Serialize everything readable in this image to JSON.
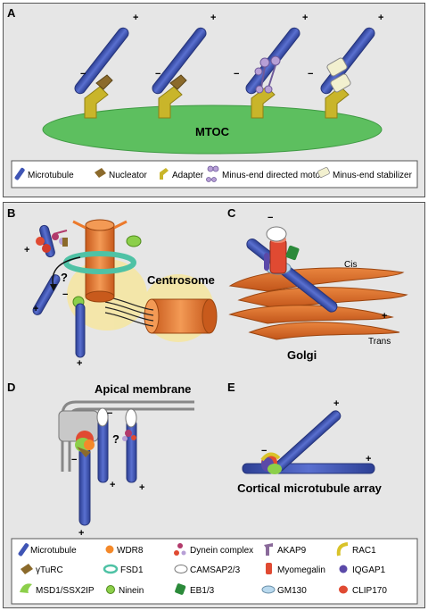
{
  "panels": {
    "a": {
      "letter": "A",
      "mtoc_label": "MTOC"
    },
    "b": {
      "letter": "B",
      "centrosome_label": "Centrosome",
      "question": "?"
    },
    "c": {
      "letter": "C",
      "golgi_label": "Golgi",
      "cis_label": "Cis",
      "trans_label": "Trans"
    },
    "d": {
      "letter": "D",
      "apical_label": "Apical membrane",
      "question": "?"
    },
    "e": {
      "letter": "E",
      "cortical_label": "Cortical microtubule array"
    }
  },
  "signs": {
    "plus": "+",
    "minus": "−"
  },
  "legend_a": [
    {
      "label": "Microtubule",
      "icon": "microtubule-icon"
    },
    {
      "label": "Nucleator",
      "icon": "nucleator-icon"
    },
    {
      "label": "Adapter",
      "icon": "adapter-icon"
    },
    {
      "label": "Minus-end directed motor",
      "icon": "motor-icon"
    },
    {
      "label": "Minus-end stabilizer",
      "icon": "stabilizer-icon"
    }
  ],
  "legend_b": [
    {
      "label": "Microtubule",
      "icon": "microtubule-icon"
    },
    {
      "label": "WDR8",
      "icon": "wdr8-icon"
    },
    {
      "label": "Dynein complex",
      "icon": "dynein-icon"
    },
    {
      "label": "AKAP9",
      "icon": "akap9-icon"
    },
    {
      "label": "RAC1",
      "icon": "rac1-icon"
    },
    {
      "label": "γTuRC",
      "icon": "gturc-icon"
    },
    {
      "label": "FSD1",
      "icon": "fsd1-icon"
    },
    {
      "label": "CAMSAP2/3",
      "icon": "camsap-icon"
    },
    {
      "label": "Myomegalin",
      "icon": "myomegalin-icon"
    },
    {
      "label": "IQGAP1",
      "icon": "iqgap1-icon"
    },
    {
      "label": "MSD1/SSX2IP",
      "icon": "msd1-icon"
    },
    {
      "label": "Ninein",
      "icon": "ninein-icon"
    },
    {
      "label": "EB1/3",
      "icon": "eb13-icon"
    },
    {
      "label": "GM130",
      "icon": "gm130-icon"
    },
    {
      "label": "CLIP170",
      "icon": "clip170-icon"
    }
  ],
  "colors": {
    "panel_bg": "#e6e6e6",
    "microtubule": "#3f55b5",
    "nucleator": "#8b6a2b",
    "adapter": "#c9b52a",
    "motor": "#b79fd6",
    "stabilizer": "#f2f0cf",
    "mtoc": "#5dbf5f",
    "centriole": "#ec7a2c",
    "golgi": "#d8621f",
    "fsd1": "#4fc2a5",
    "ninein": "#f4892a",
    "msd1": "#8ccf4a",
    "dynein": "#b23a6b",
    "eb13": "#2b8a3a",
    "gm130": "#b9d9ee",
    "clip170": "#e04a32",
    "iqgap1": "#5b49a8",
    "rac1": "#d9c32a"
  }
}
